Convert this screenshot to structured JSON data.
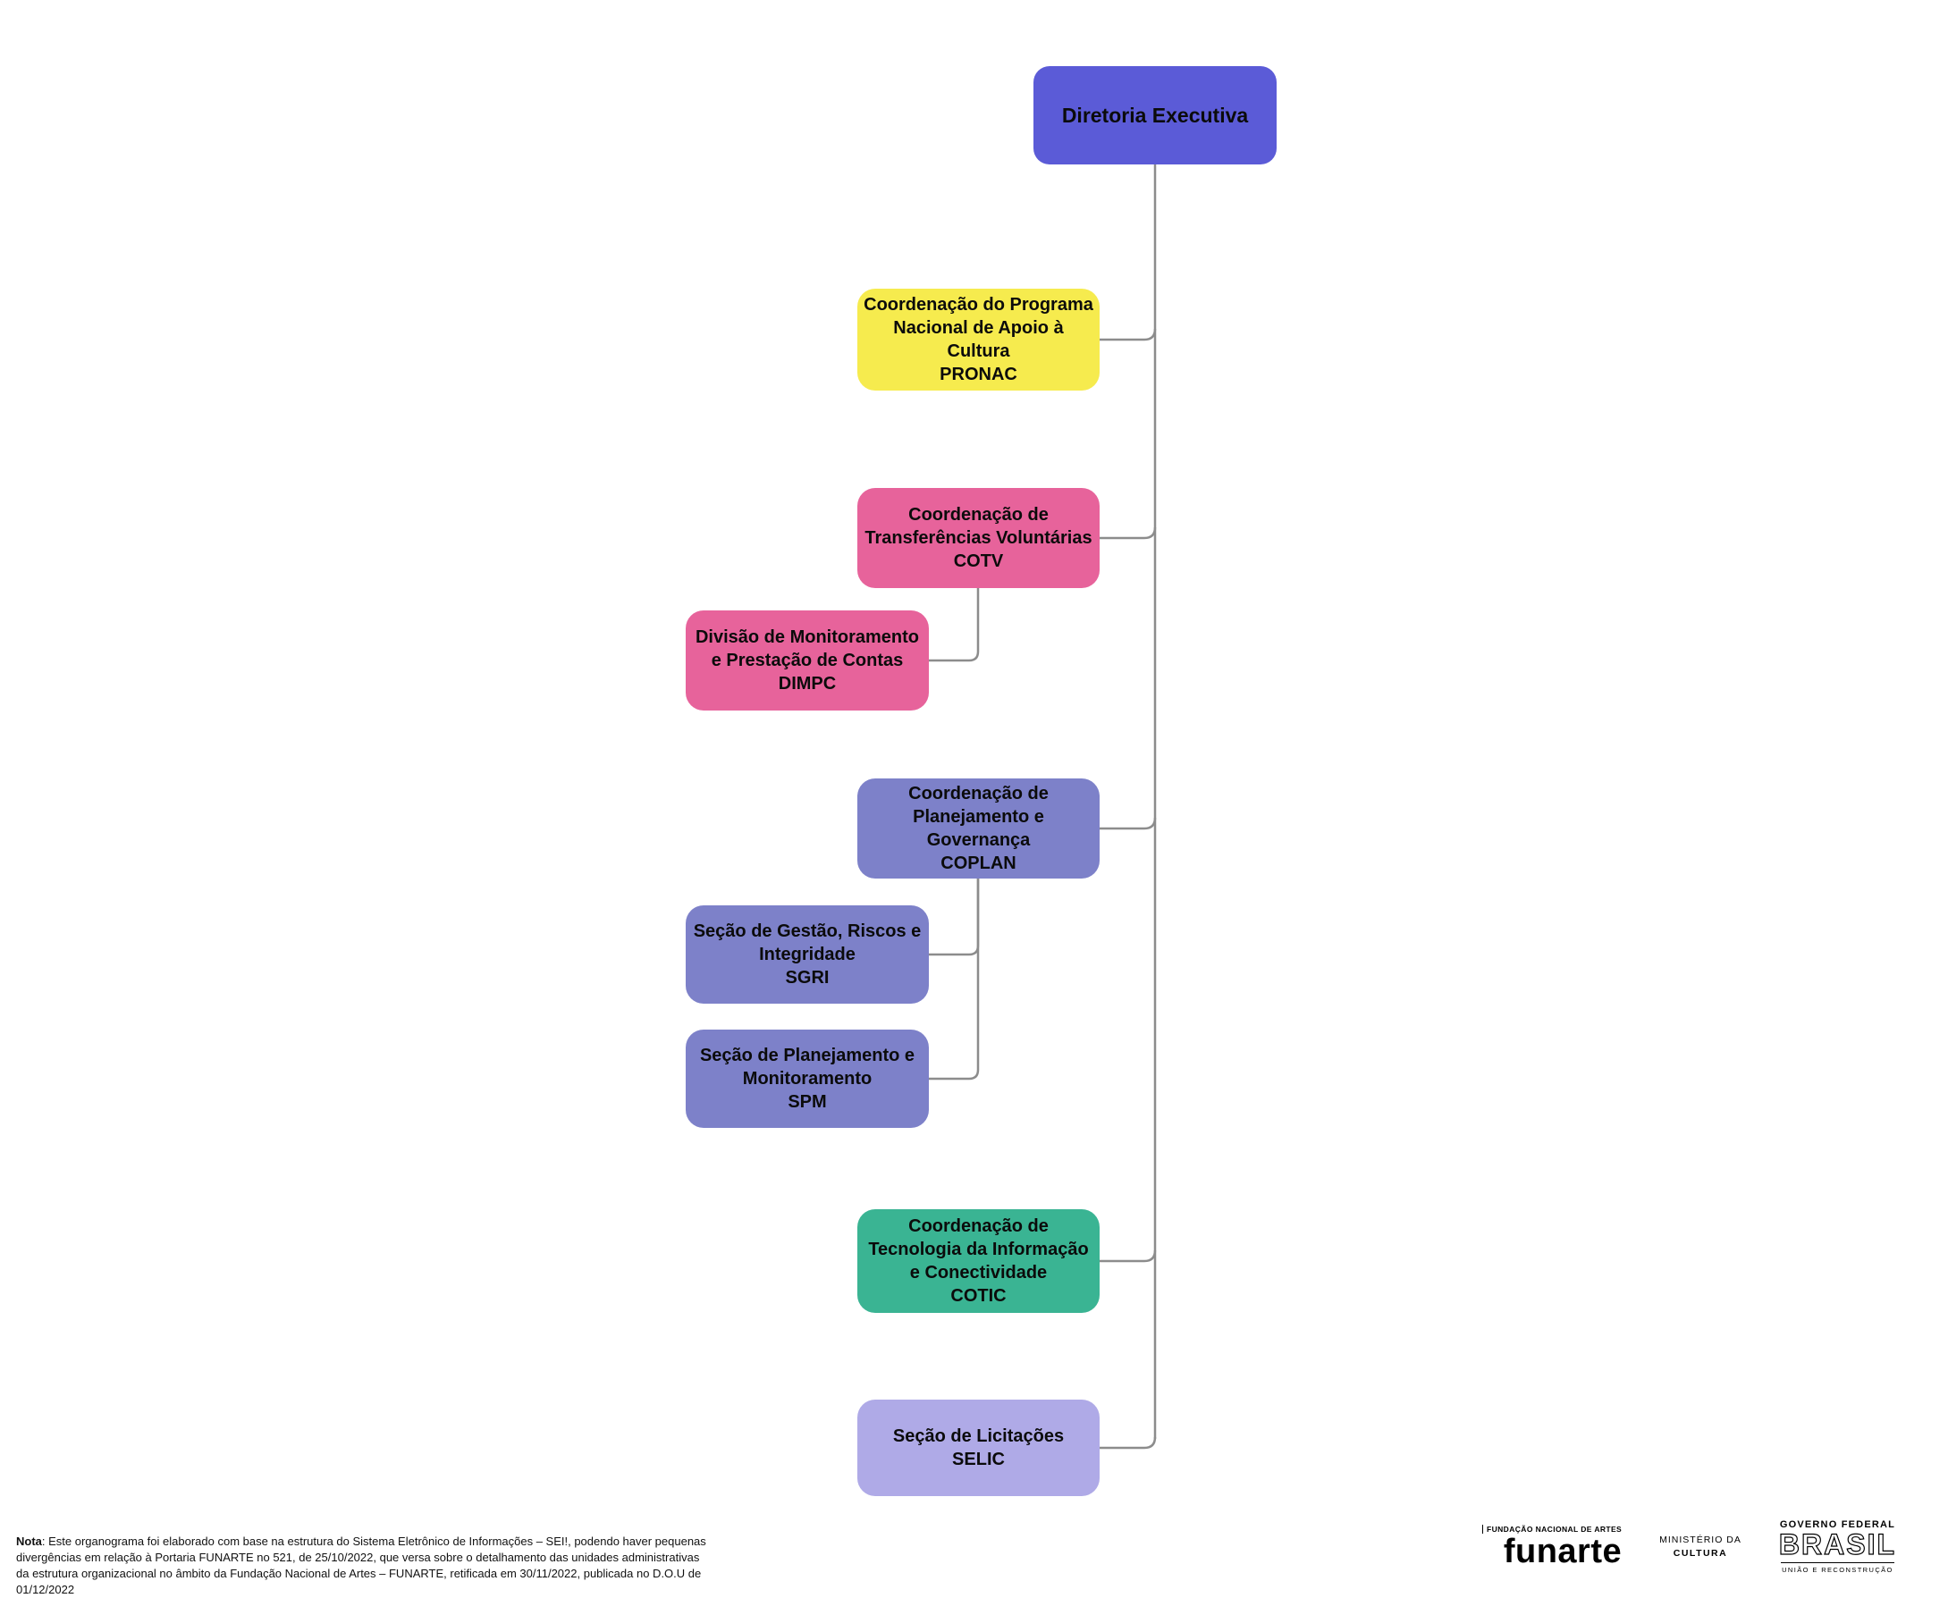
{
  "title": "Organograma Diretoria Executiva",
  "colors": {
    "root": "#5B5BD7",
    "yellow": "#F6EB4E",
    "pink": "#E7639B",
    "periwinkle": "#7D81C9",
    "teal": "#3AB493",
    "lavender": "#AFAAE7",
    "connector": "#8C8C8C"
  },
  "root": {
    "name": "Diretoria Executiva",
    "color": "#5B5BD7"
  },
  "nodes": [
    {
      "id": "pronac",
      "name": "Coordenação do Programa Nacional de Apoio à Cultura",
      "acronym": "PRONAC",
      "color": "#F6EB4E",
      "parent": "root"
    },
    {
      "id": "cotv",
      "name": "Coordenação de Transferências Voluntárias",
      "acronym": "COTV",
      "color": "#E7639B",
      "parent": "root"
    },
    {
      "id": "dimpc",
      "name": "Divisão de Monitoramento e Prestação de Contas",
      "acronym": "DIMPC",
      "color": "#E7639B",
      "parent": "cotv"
    },
    {
      "id": "coplan",
      "name": "Coordenação de Planejamento e Governança",
      "acronym": "COPLAN",
      "color": "#7D81C9",
      "parent": "root"
    },
    {
      "id": "sgri",
      "name": "Seção de Gestão, Riscos e Integridade",
      "acronym": "SGRI",
      "color": "#7D81C9",
      "parent": "coplan"
    },
    {
      "id": "spm",
      "name": "Seção de Planejamento e Monitoramento",
      "acronym": "SPM",
      "color": "#7D81C9",
      "parent": "coplan"
    },
    {
      "id": "cotic",
      "name": "Coordenação de Tecnologia da Informação e Conectividade",
      "acronym": "COTIC",
      "color": "#3AB493",
      "parent": "root"
    },
    {
      "id": "selic",
      "name": "Seção de Licitações",
      "acronym": "SELIC",
      "color": "#AFAAE7",
      "parent": "root"
    }
  ],
  "note": {
    "label": "Nota",
    "text": ": Este organograma foi elaborado com base na estrutura do Sistema Eletrônico de Informações – SEI!, podendo haver pequenas divergências em relação à Portaria FUNARTE no 521, de 25/10/2022, que versa sobre o detalhamento das unidades administrativas da estrutura organizacional no âmbito da Fundação Nacional de Artes – FUNARTE, retificada em 30/11/2022, publicada no D.O.U de 01/12/2022"
  },
  "logos": {
    "funarte_small": "FUNDAÇÃO NACIONAL DE ARTES",
    "funarte_word": "funarte",
    "ministerio_line1": "MINISTÉRIO DA",
    "ministerio_line2": "CULTURA",
    "governo_top": "GOVERNO FEDERAL",
    "governo_word": "BRASIL",
    "governo_bottom": "UNIÃO E RECONSTRUÇÃO"
  }
}
